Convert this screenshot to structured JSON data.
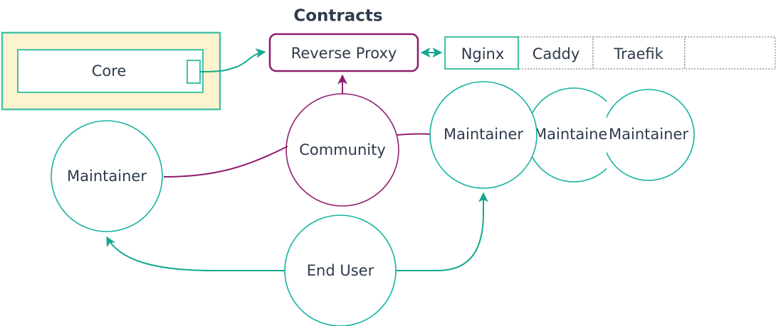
{
  "diagram": {
    "title": "Contracts",
    "background_color": "#ffffff",
    "text_color": "#2e3a4d",
    "accent_teal": "#16b3a0",
    "accent_purple": "#8e1f6e",
    "cluster_fill": "#fdf3d0",
    "cluster": {
      "label": "",
      "contains": "Core"
    },
    "nodes": {
      "core": {
        "label": "Core"
      },
      "reverse_proxy": {
        "label": "Reverse Proxy"
      },
      "community": {
        "label": "Community"
      },
      "end_user": {
        "label": "End User"
      },
      "maintainer_left": {
        "label": "Maintainer"
      },
      "maintainer_1": {
        "label": "Maintainer"
      },
      "maintainer_2": {
        "label": "Maintainer"
      },
      "maintainer_3": {
        "label": "Maintainer"
      }
    },
    "implementations_table": {
      "cells": [
        {
          "label": "Nginx",
          "style": "solid-teal"
        },
        {
          "label": "Caddy",
          "style": "dotted-gray"
        },
        {
          "label": "Traefik",
          "style": "dotted-gray"
        },
        {
          "label": "",
          "style": "dotted-gray"
        }
      ]
    },
    "edges": [
      {
        "from": "Core",
        "to": "Reverse Proxy",
        "arrow": "single",
        "color": "#13a98f"
      },
      {
        "from": "Reverse Proxy",
        "to": "Nginx",
        "arrow": "double",
        "color": "#13a98f"
      },
      {
        "from": "Community",
        "to": "Reverse Proxy",
        "arrow": "single",
        "color": "#8e1f6e"
      },
      {
        "from": "Maintainer",
        "to": "Community",
        "arrow": "none",
        "color": "#8e1f6e"
      },
      {
        "from": "Community",
        "to": "Maintainer",
        "arrow": "none",
        "color": "#8e1f6e"
      },
      {
        "from": "End User",
        "to": "Maintainer",
        "arrow": "single",
        "color": "#13a98f"
      },
      {
        "from": "End User",
        "to": "Maintainer",
        "arrow": "single",
        "color": "#13a98f"
      }
    ]
  }
}
